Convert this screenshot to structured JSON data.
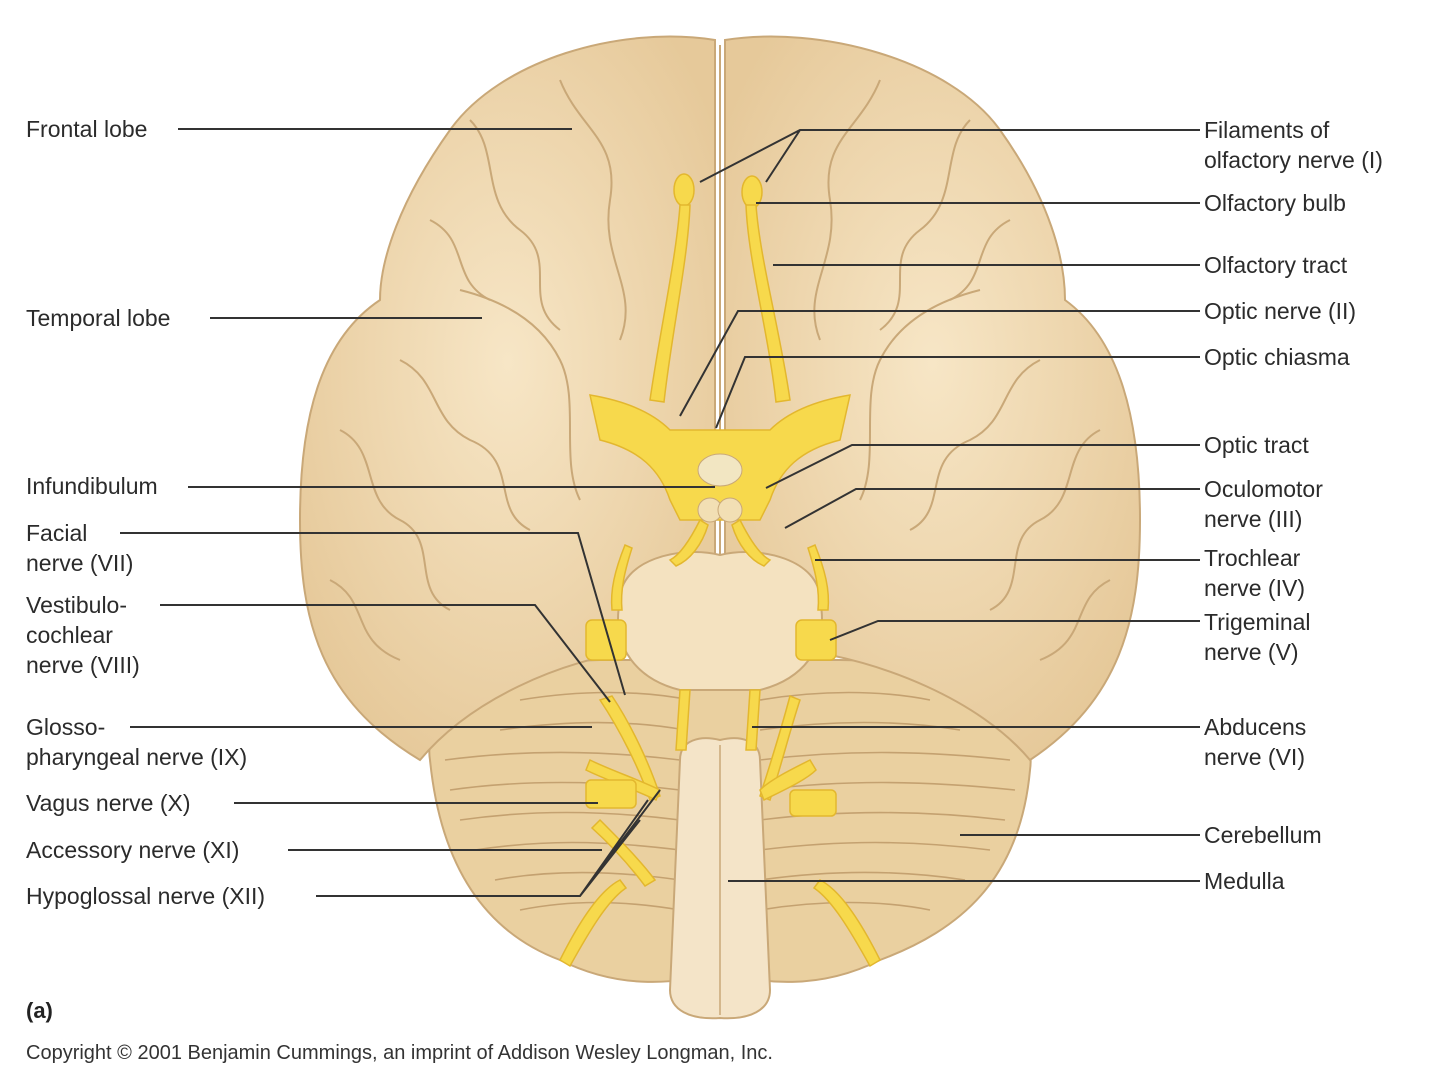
{
  "labels": {
    "frontal_lobe": "Frontal lobe",
    "temporal_lobe": "Temporal lobe",
    "infundibulum": "Infundibulum",
    "facial_nerve": "Facial\nnerve (VII)",
    "vestibulocochlear_nerve": "Vestibulo-\ncochlear\nnerve (VIII)",
    "glossopharyngeal_nerve": "Glosso-\npharyngeal nerve (IX)",
    "vagus_nerve": "Vagus nerve (X)",
    "accessory_nerve": "Accessory nerve (XI)",
    "hypoglossal_nerve": "Hypoglossal nerve (XII)",
    "filaments_olfactory": "Filaments of\nolfactory nerve (I)",
    "olfactory_bulb": "Olfactory bulb",
    "olfactory_tract": "Olfactory tract",
    "optic_nerve": "Optic nerve (II)",
    "optic_chiasma": "Optic chiasma",
    "optic_tract": "Optic tract",
    "oculomotor_nerve": "Oculomotor\nnerve (III)",
    "trochlear_nerve": "Trochlear\nnerve (IV)",
    "trigeminal_nerve": "Trigeminal\nnerve (V)",
    "abducens_nerve": "Abducens\nnerve (VI)",
    "cerebellum": "Cerebellum",
    "medulla": "Medulla"
  },
  "panel_letter": "(a)",
  "copyright": "Copyright © 2001 Benjamin Cummings, an imprint of Addison Wesley Longman, Inc.",
  "colors": {
    "brain_fill": "#f2dcb4",
    "brain_shadow": "#ddbf8e",
    "gyri_line": "#c9a878",
    "nerve_yellow": "#f7d94c",
    "cerebellum_fill": "#ead0a0",
    "leader_line": "#333333"
  }
}
